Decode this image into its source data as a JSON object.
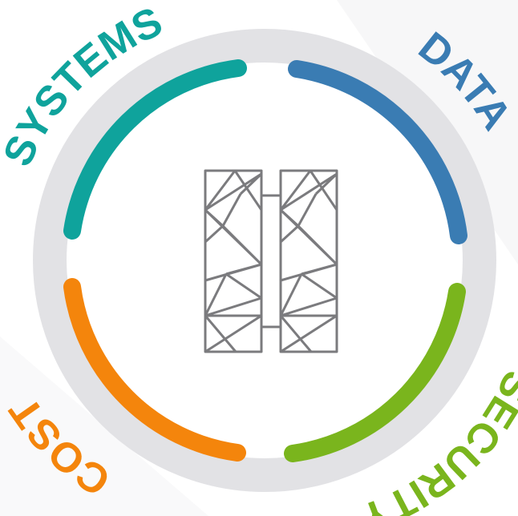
{
  "segments": [
    {
      "id": "systems",
      "label": "SYSTEMS",
      "color": "#0fa39c"
    },
    {
      "id": "data",
      "label": "DATA",
      "color": "#3a7cb3"
    },
    {
      "id": "security",
      "label": "SECURITY",
      "color": "#7ab51d"
    },
    {
      "id": "cost",
      "label": "COST",
      "color": "#f4850c"
    }
  ],
  "ring_color": "#e2e2e5",
  "icon": {
    "name": "split-panel-structure-icon",
    "color": "#7b7b7e"
  }
}
